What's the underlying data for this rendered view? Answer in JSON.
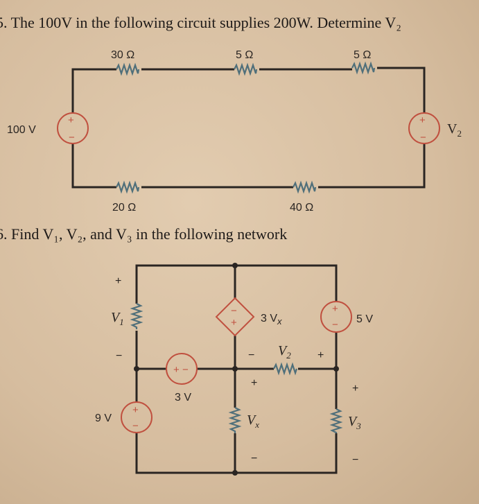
{
  "problem5": {
    "text": "5. The 100V in the following circuit supplies 200W. Determine V₂",
    "resistors": [
      "30 Ω",
      "5 Ω",
      "5 Ω",
      "20 Ω",
      "40 Ω"
    ],
    "source_left": "100 V",
    "source_right": "V",
    "source_right_sub": "2",
    "plus": "+",
    "minus": "−"
  },
  "problem6": {
    "text": "6. Find V₁, V₂, and V₃ in the following network",
    "v1": "V",
    "v1_sub": "1",
    "v2": "V",
    "v2_sub": "2",
    "v3": "V",
    "v3_sub": "3",
    "vx": "V",
    "vx_sub": "x",
    "dep_source": "3 V",
    "dep_source_sub": "x",
    "src_3v": "3 V",
    "src_5v": "5 V",
    "src_9v": "9 V",
    "plus": "+",
    "minus": "−"
  }
}
